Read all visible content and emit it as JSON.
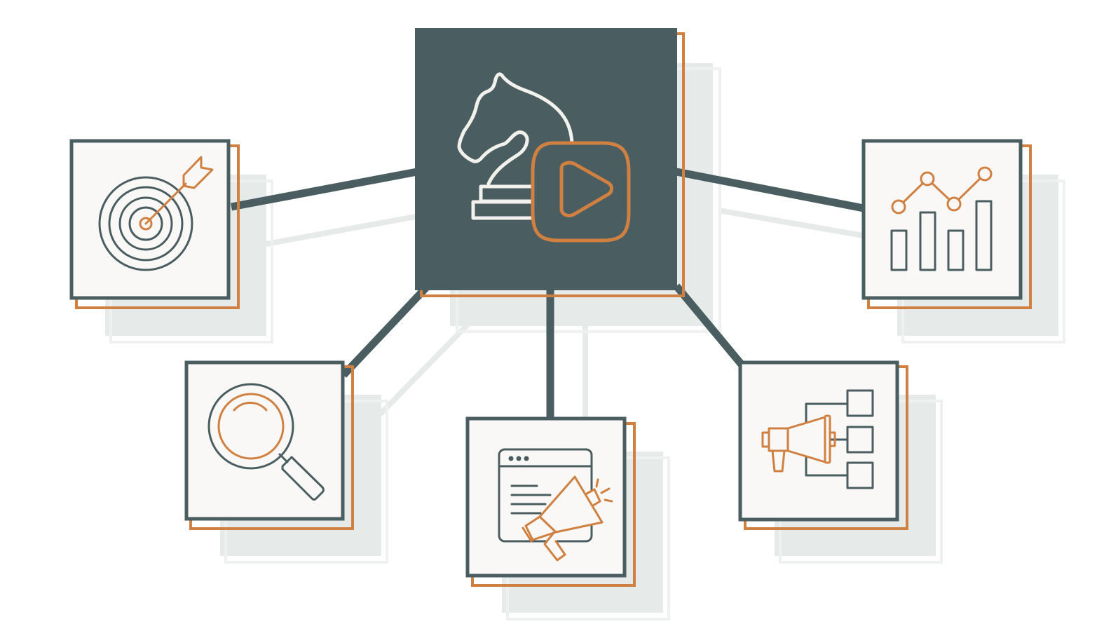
{
  "colors": {
    "dark_slate": "#4a5d60",
    "orange": "#d08040",
    "shadow": "#e6eae9",
    "shadow_outline": "#eef1f0",
    "card_fill": "#f9f8f6",
    "icon_light": "#f3f1ec",
    "background": "#ffffff"
  },
  "central_node": {
    "icon": "chess-knight-with-play-button-icon"
  },
  "satellite_nodes": [
    {
      "id": "target",
      "icon": "bullseye-target-with-arrow-icon"
    },
    {
      "id": "search",
      "icon": "magnifying-glass-icon"
    },
    {
      "id": "campaign",
      "icon": "browser-window-with-megaphone-icon"
    },
    {
      "id": "broadcast",
      "icon": "megaphone-to-channels-icon"
    },
    {
      "id": "analytics",
      "icon": "bar-and-line-chart-icon"
    }
  ],
  "connections": [
    {
      "from": "central_node",
      "to": "target"
    },
    {
      "from": "central_node",
      "to": "search"
    },
    {
      "from": "central_node",
      "to": "campaign"
    },
    {
      "from": "central_node",
      "to": "broadcast"
    },
    {
      "from": "central_node",
      "to": "analytics"
    }
  ]
}
